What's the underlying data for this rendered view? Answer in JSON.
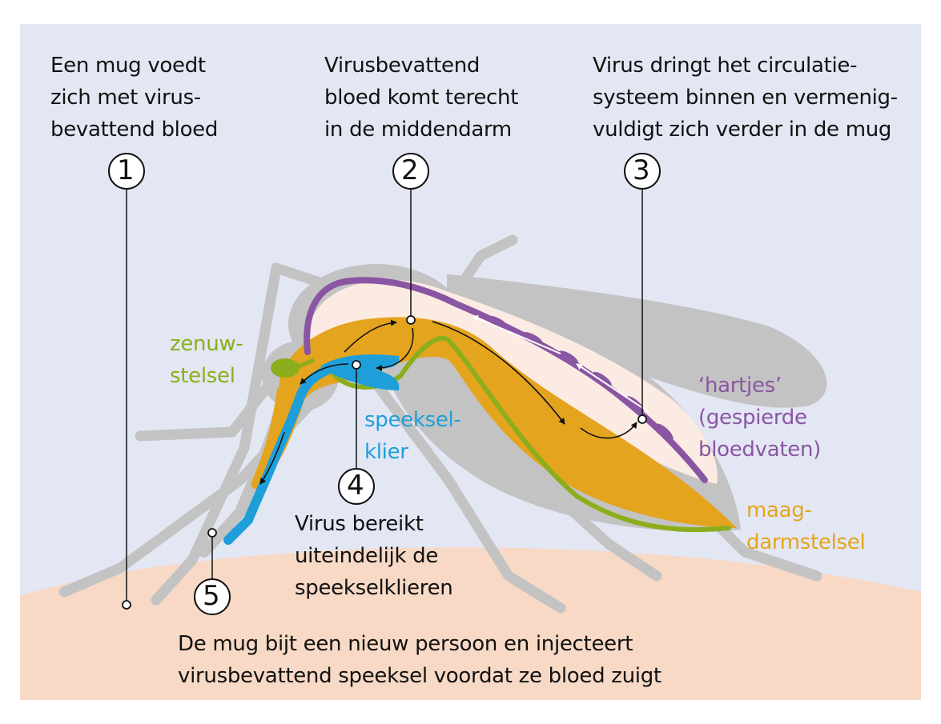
{
  "steps": [
    {
      "number": "1",
      "caption": "Een mug voedt\nzich met virus-\nbevattend bloed"
    },
    {
      "number": "2",
      "caption": "Virusbevattend\nbloed komt terecht\nin de middendarm"
    },
    {
      "number": "3",
      "caption": "Virus dringt het circulatie-\nsysteem binnen en vermenig-\nvuldigt zich verder in de mug"
    },
    {
      "number": "4",
      "caption": "Virus bereikt\nuiteindelijk de\nspeekselklieren"
    },
    {
      "number": "5",
      "caption": "De mug bijt een nieuw persoon en injecteert\nvirusbevattend speeksel voordat ze bloed zuigt"
    }
  ],
  "organs": {
    "nervous_system": {
      "label": "zenuw-\nstelsel",
      "color": "#8cae1c"
    },
    "salivary_gland": {
      "label": "speeksel-\nklier",
      "color": "#1f9fda"
    },
    "hearts": {
      "label": "‘hartjes’\n(gespierde\nbloedvaten)",
      "color": "#8a55a3"
    },
    "digestive_system": {
      "label": "maag-\ndarmstelsel",
      "color": "#e5a41e"
    }
  },
  "colors": {
    "sky": "#e3e7f3",
    "skin": "#f7d9c6",
    "body": "#c8c8c8",
    "body_inner": "#b5b5b5",
    "thorax_pale": "#fbebe2",
    "text": "#111111"
  }
}
